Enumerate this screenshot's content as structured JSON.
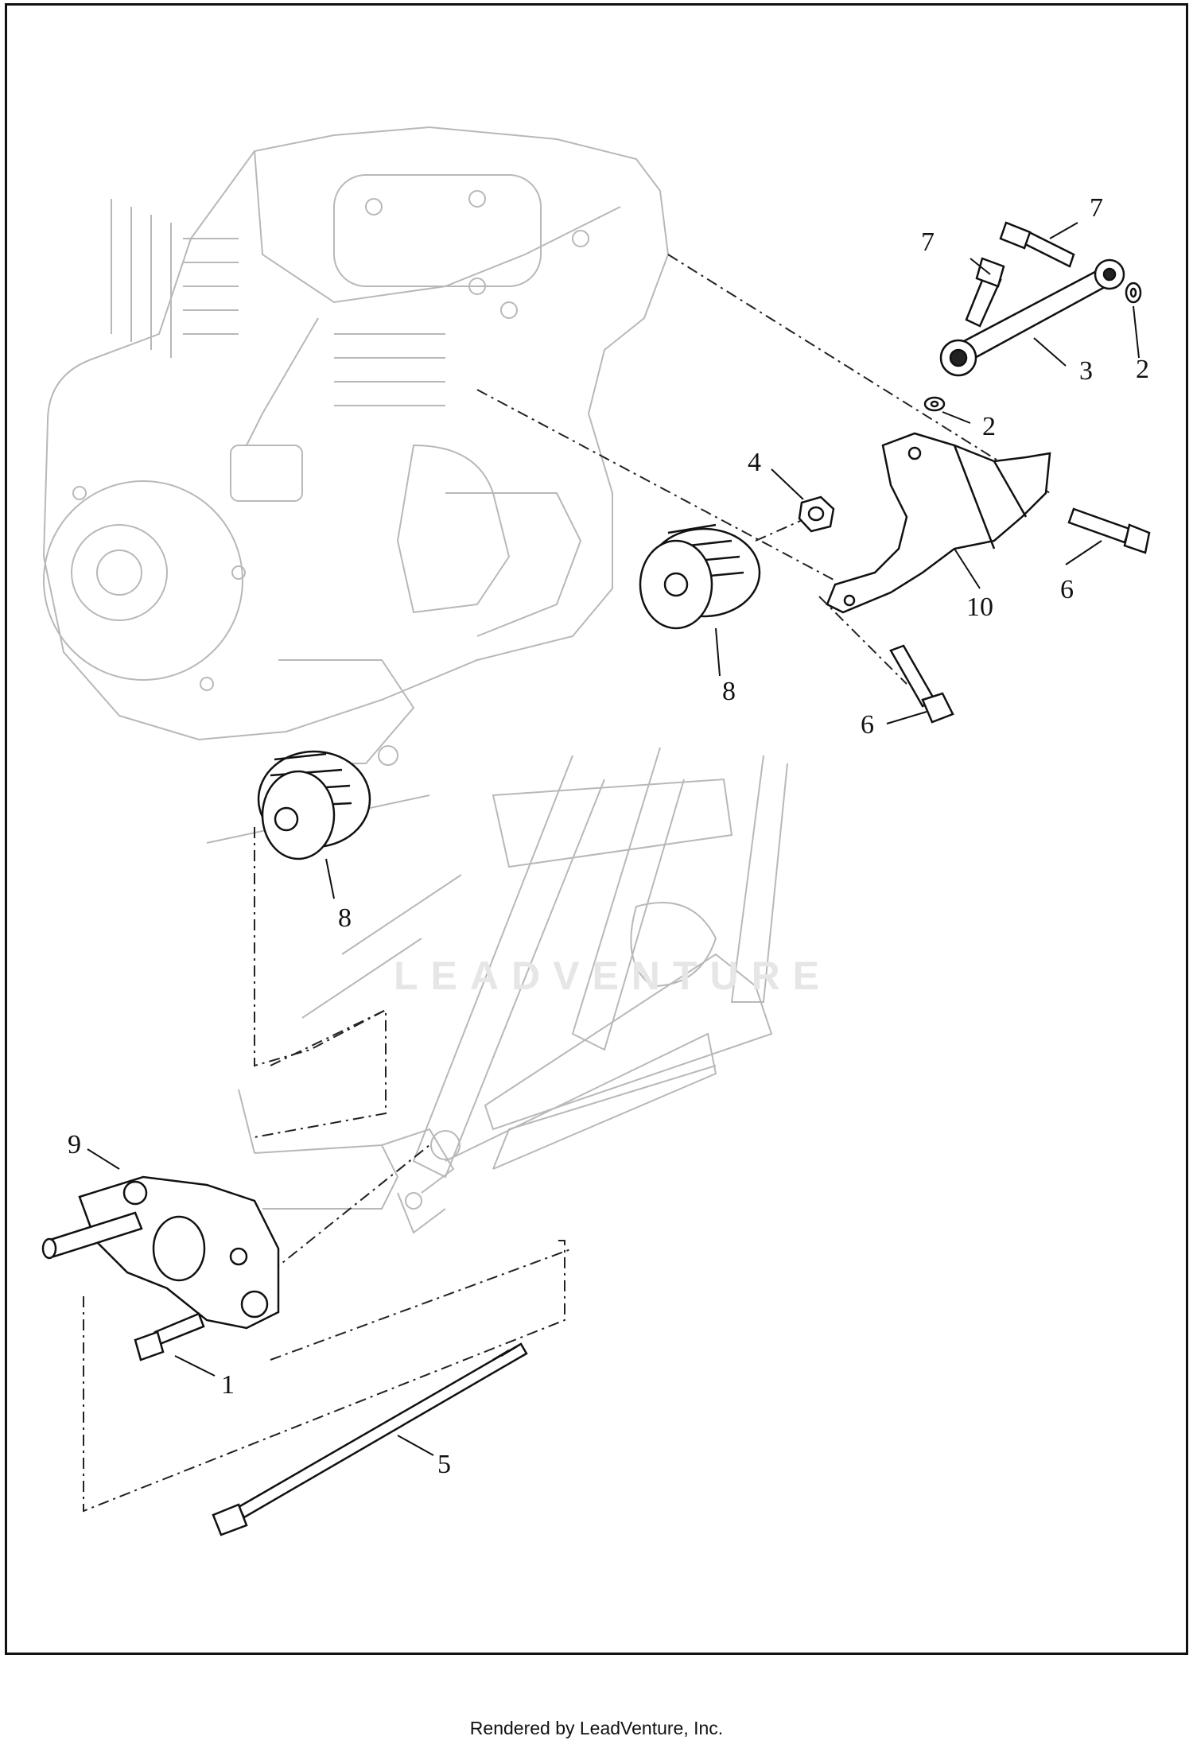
{
  "watermark": "LEADVENTURE",
  "footer": "Rendered by LeadVenture, Inc.",
  "callouts": {
    "c7a": "7",
    "c7b": "7",
    "c3": "3",
    "c2a": "2",
    "c2b": "2",
    "c4": "4",
    "c10": "10",
    "c6a": "6",
    "c6b": "6",
    "c8a": "8",
    "c8b": "8",
    "c9": "9",
    "c1": "1",
    "c5": "5"
  },
  "colors": {
    "line": "#111111",
    "ghost": "#b5b5b5",
    "watermark": "#e6e6e6"
  }
}
